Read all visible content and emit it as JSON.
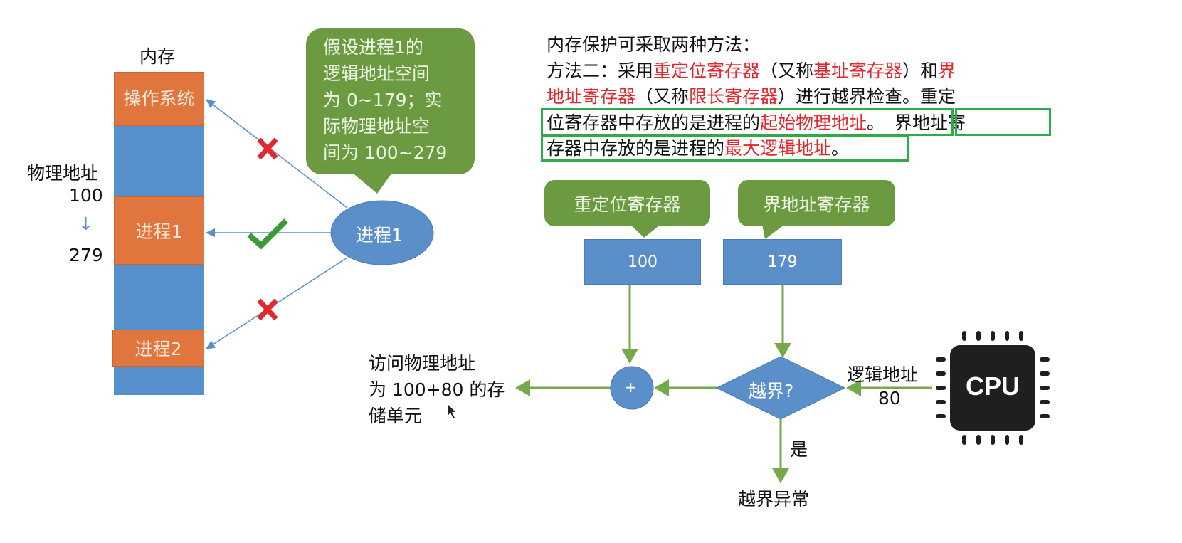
{
  "memory": {
    "title": "内存",
    "os": "操作系统",
    "process1": "进程1",
    "process2": "进程2"
  },
  "physical": {
    "label": "物理地址",
    "start": "100",
    "arrow": "↓",
    "end": "279"
  },
  "bubble": {
    "lines": [
      "假设进程1的",
      "逻辑地址空间",
      "为 0~179；实",
      "际物理地址空",
      "间为 100~279"
    ]
  },
  "process_node": "进程1",
  "para": {
    "line1": "内存保护可采取两种方法：",
    "l2a": "方法二：采用",
    "l2b": "重定位寄存器",
    "l2c": "（又称",
    "l2d": "基址寄存器",
    "l2e": "）和",
    "l2f": "界",
    "l3a": "地址寄存器",
    "l3b": "（又称",
    "l3c": "限长寄存器",
    "l3d": "）进行越界检查。重定",
    "l4a": "位寄存器中存放的是进程的",
    "l4b": "起始物理地址",
    "l4c": "。",
    "l4d": "界地址寄",
    "l5a": "存器中存放的是进程的",
    "l5b": "最大逻辑地址",
    "l5c": "。"
  },
  "registers": {
    "relocation_label": "重定位寄存器",
    "limit_label": "界地址寄存器",
    "relocation_value": "100",
    "limit_value": "179"
  },
  "flow": {
    "adder": "+",
    "check": "越界?",
    "yes": "是",
    "exception": "越界异常",
    "logical_label": "逻辑地址",
    "logical_value": "80",
    "result_lines": [
      "访问物理地址",
      "为 100+80 的存",
      "储单元"
    ]
  },
  "cpu": "CPU",
  "colors": {
    "orange": "#e0763d",
    "blue": "#5590cc",
    "green": "#6c9a40",
    "red": "#e0282e",
    "highlight": "#2eaa4a"
  }
}
